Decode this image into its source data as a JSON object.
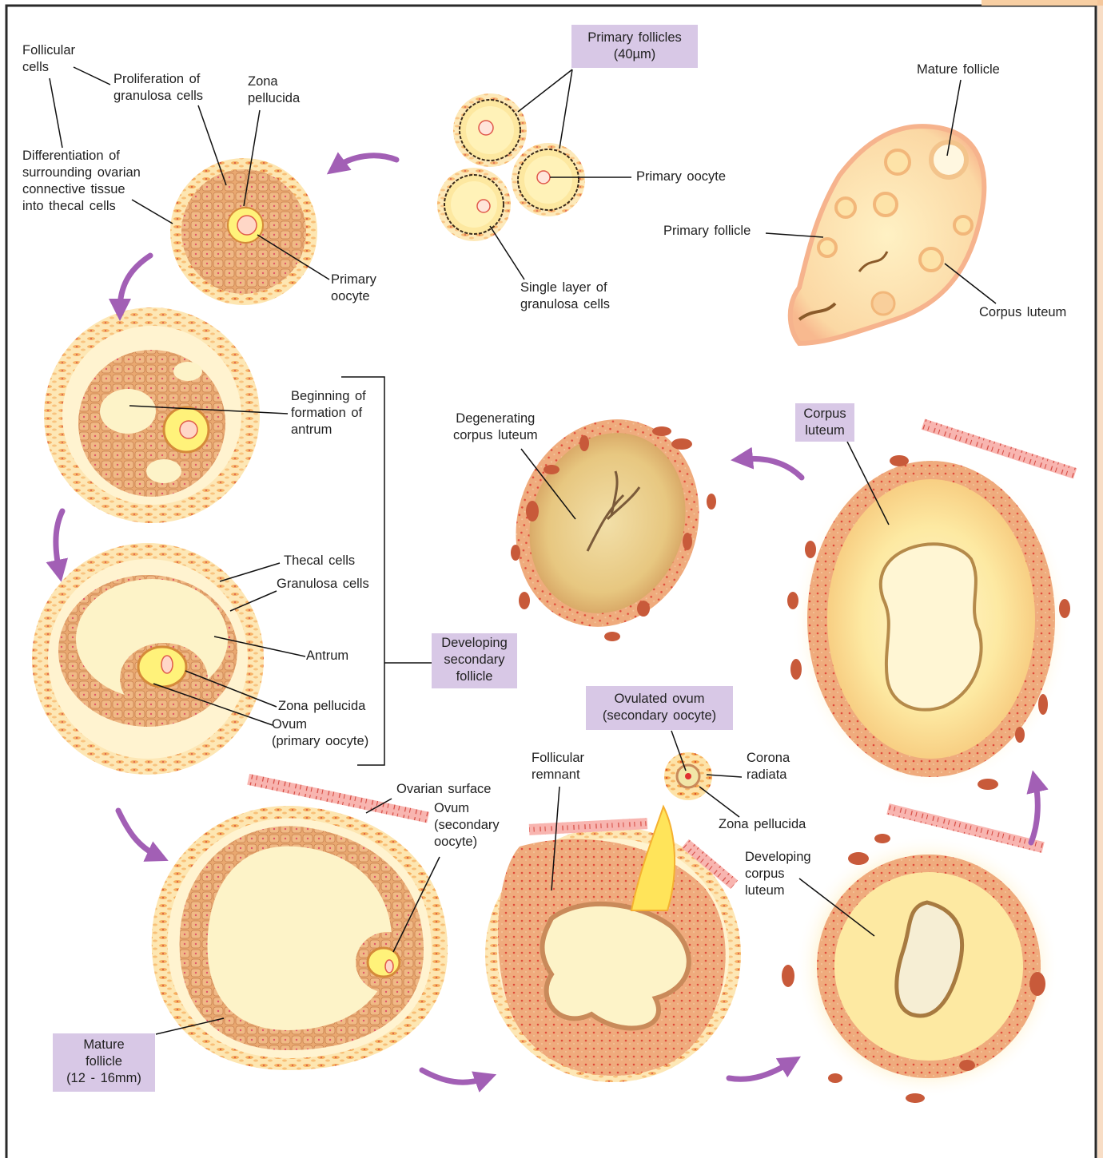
{
  "labels": {
    "follicular_cells": [
      "Follicular",
      "cells"
    ],
    "proliferation": [
      "Proliferation of",
      "granulosa cells"
    ],
    "zona_pellucida_1": [
      "Zona",
      "pellucida"
    ],
    "differentiation": [
      "Differentiation of",
      "surrounding ovarian",
      "connective tissue",
      "into thecal cells"
    ],
    "primary_oocyte_1": [
      "Primary",
      "oocyte"
    ],
    "primary_follicles_box": [
      "Primary follicles",
      "(40µm)"
    ],
    "primary_oocyte_2": "Primary oocyte",
    "single_layer": [
      "Single layer of",
      "granulosa cells"
    ],
    "mature_follicle_top": "Mature follicle",
    "primary_follicle": "Primary follicle",
    "corpus_luteum_top": "Corpus luteum",
    "beginning_antrum": [
      "Beginning of",
      "formation of",
      "antrum"
    ],
    "degenerating_cl": [
      "Degenerating",
      "corpus luteum"
    ],
    "corpus_luteum_box": [
      "Corpus",
      "luteum"
    ],
    "thecal_cells": "Thecal cells",
    "granulosa_cells": "Granulosa cells",
    "antrum": "Antrum",
    "developing_secondary_box": [
      "Developing",
      "secondary",
      "follicle"
    ],
    "zona_pellucida_2": "Zona pellucida",
    "ovum_primary": [
      "Ovum",
      "(primary oocyte)"
    ],
    "ovulated_ovum_box": [
      "Ovulated ovum",
      "(secondary oocyte)"
    ],
    "follicular_remnant": [
      "Follicular",
      "remnant"
    ],
    "corona_radiata": [
      "Corona",
      "radiata"
    ],
    "zona_pellucida_3": "Zona pellucida",
    "ovarian_surface": "Ovarian surface",
    "ovum_secondary": [
      "Ovum",
      "(secondary",
      "oocyte)"
    ],
    "developing_cl": [
      "Developing",
      "corpus",
      "luteum"
    ],
    "mature_follicle_box": [
      "Mature",
      "follicle",
      "(12 - 16mm)"
    ]
  },
  "colors": {
    "theca": "#f7c27a",
    "granulosa": "#e9a870",
    "antrum": "#fdf3c8",
    "oocyte": "#fff27a",
    "arrow": "#a25fb5",
    "label_box": "#d8c8e6",
    "surface": "#f6a7a7"
  }
}
